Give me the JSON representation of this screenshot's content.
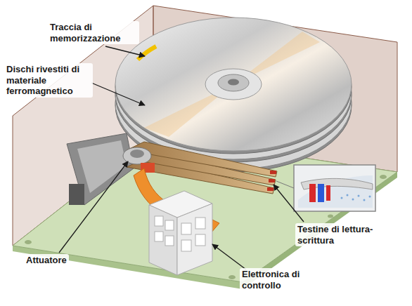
{
  "diagram": {
    "labels": [
      "Traccia di memorizzazione",
      "Dischi rivestiti di materiale ferromagnetico",
      "Attuatore",
      "Testine di lettura-scrittura",
      "Elettronica di controllo"
    ]
  }
}
